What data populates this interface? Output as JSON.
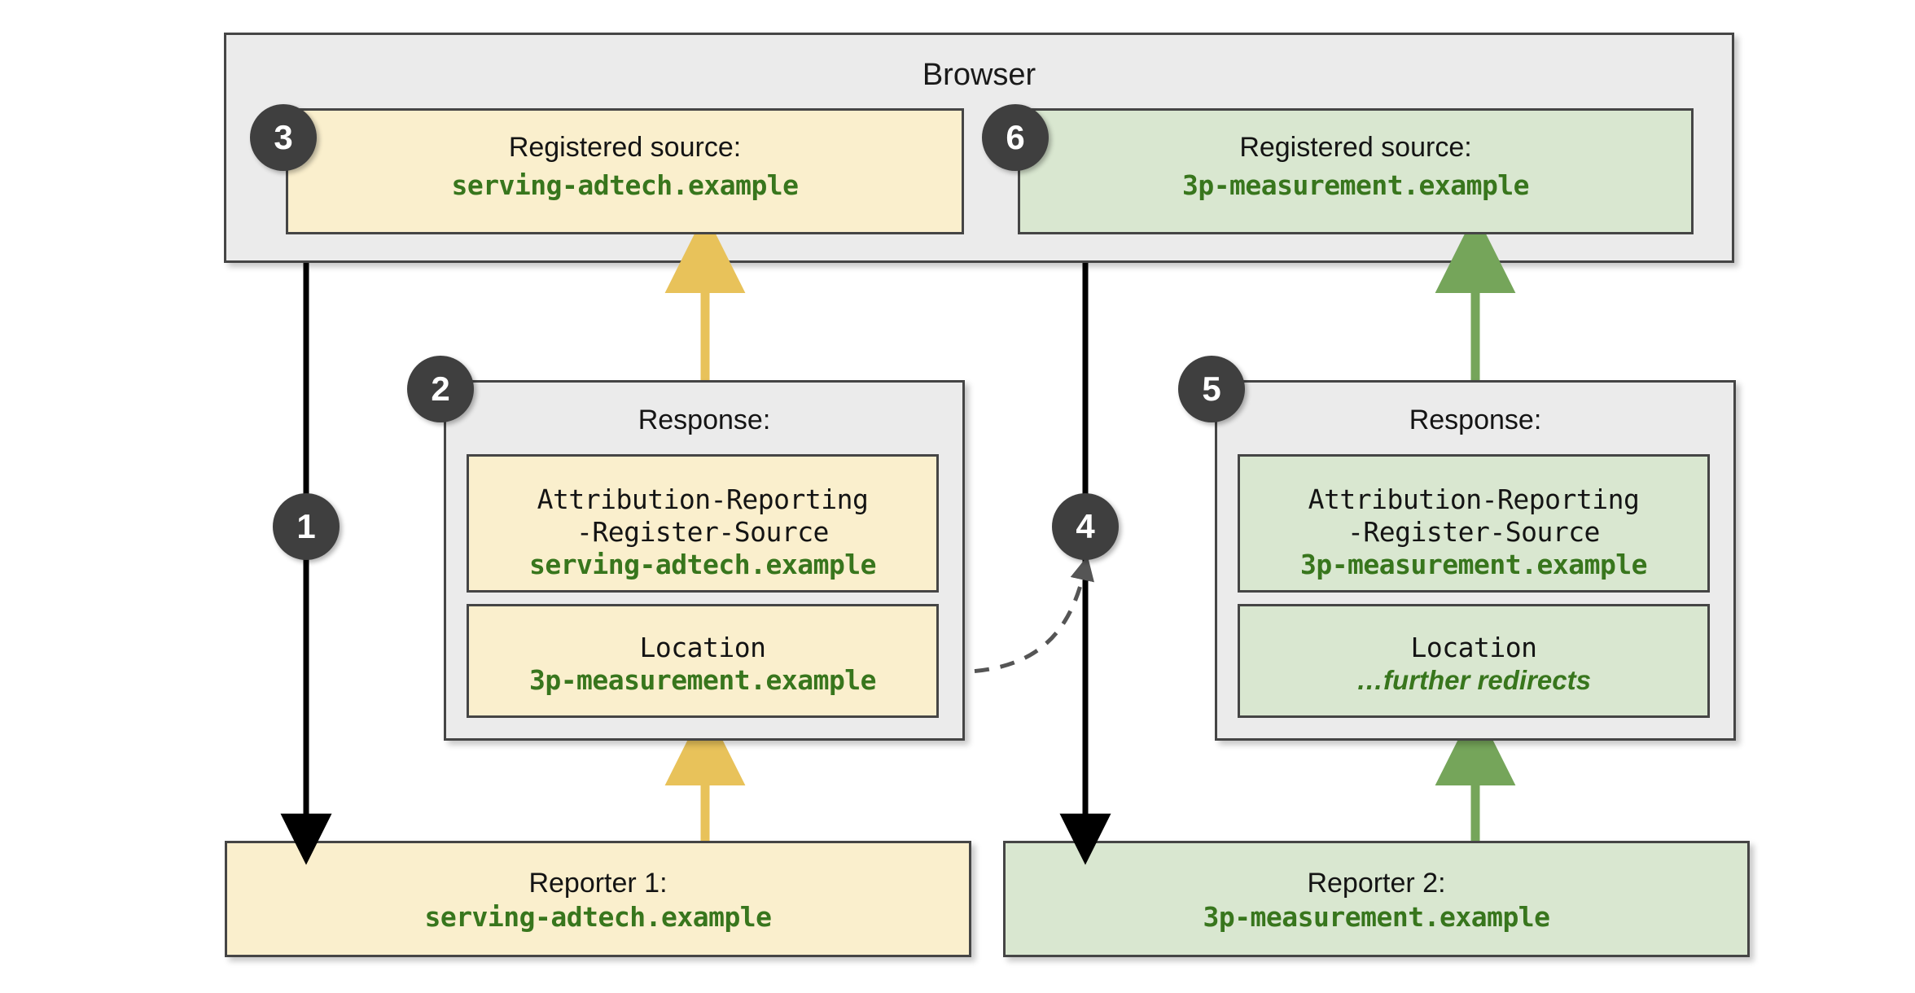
{
  "browser": {
    "title": "Browser",
    "registered_sources": [
      {
        "step": "3",
        "label": "Registered source:",
        "value": "serving-adtech.example",
        "color": "yellow"
      },
      {
        "step": "6",
        "label": "Registered source:",
        "value": "3p-measurement.example",
        "color": "green"
      }
    ]
  },
  "responses": [
    {
      "step": "2",
      "title": "Response:",
      "color": "yellow",
      "headers": [
        {
          "name_line1": "Attribution-Reporting",
          "name_line2": "-Register-Source",
          "value": "serving-adtech.example",
          "value_style": "mono"
        },
        {
          "name_line1": "Location",
          "name_line2": "",
          "value": "3p-measurement.example",
          "value_style": "mono"
        }
      ]
    },
    {
      "step": "5",
      "title": "Response:",
      "color": "green",
      "headers": [
        {
          "name_line1": "Attribution-Reporting",
          "name_line2": "-Register-Source",
          "value": "3p-measurement.example",
          "value_style": "mono"
        },
        {
          "name_line1": "Location",
          "name_line2": "",
          "value": "…further redirects",
          "value_style": "italic"
        }
      ]
    }
  ],
  "reporters": [
    {
      "label": "Reporter 1:",
      "value": "serving-adtech.example",
      "color": "yellow"
    },
    {
      "label": "Reporter 2:",
      "value": "3p-measurement.example",
      "color": "green"
    }
  ],
  "steps": {
    "request_1": "1",
    "request_4": "4"
  },
  "colors": {
    "yellow_fill": "#faefcd",
    "green_fill": "#d9e7d0",
    "grey_fill": "#ebebeb",
    "border": "#454545",
    "mono_green": "#38761d",
    "arrow_yellow": "#e8c25a",
    "arrow_green": "#75a55a",
    "arrow_black": "#000000",
    "step_circle": "#3f3f3f"
  }
}
